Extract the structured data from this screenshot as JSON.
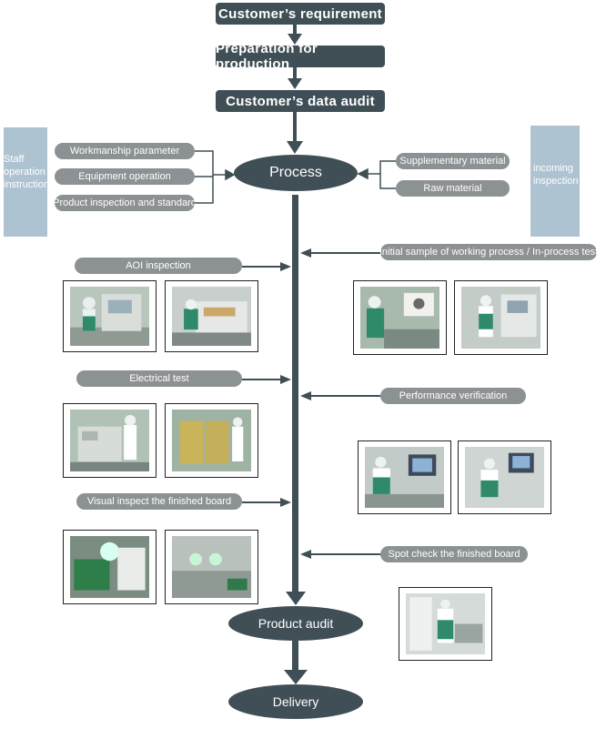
{
  "flow": {
    "customer_requirement": "Customer’s requirement",
    "preparation": "Preparation for production",
    "data_audit": "Customer’s data audit",
    "process": "Process",
    "product_audit": "Product audit",
    "delivery": "Delivery"
  },
  "left_inputs": {
    "side_label": "Staff operation instruction",
    "items": [
      "Workmanship parameter",
      "Equipment operation",
      "Product inspection and standard"
    ]
  },
  "right_inputs": {
    "side_label": "incoming inspection",
    "items": [
      "Supplementary material",
      "Raw material"
    ]
  },
  "checks": {
    "aoi": "AOI inspection",
    "initial_sample": "Initial sample of working process / In-process test",
    "electrical": "Electrical test",
    "performance": "Performance verification",
    "visual": "Visual inspect the finished board",
    "spot_check": "Spot check the finished board"
  },
  "colors": {
    "dark": "#3f4f55",
    "pill": "#8c9194",
    "side_panel": "#aec3d1",
    "background": "#ffffff"
  }
}
